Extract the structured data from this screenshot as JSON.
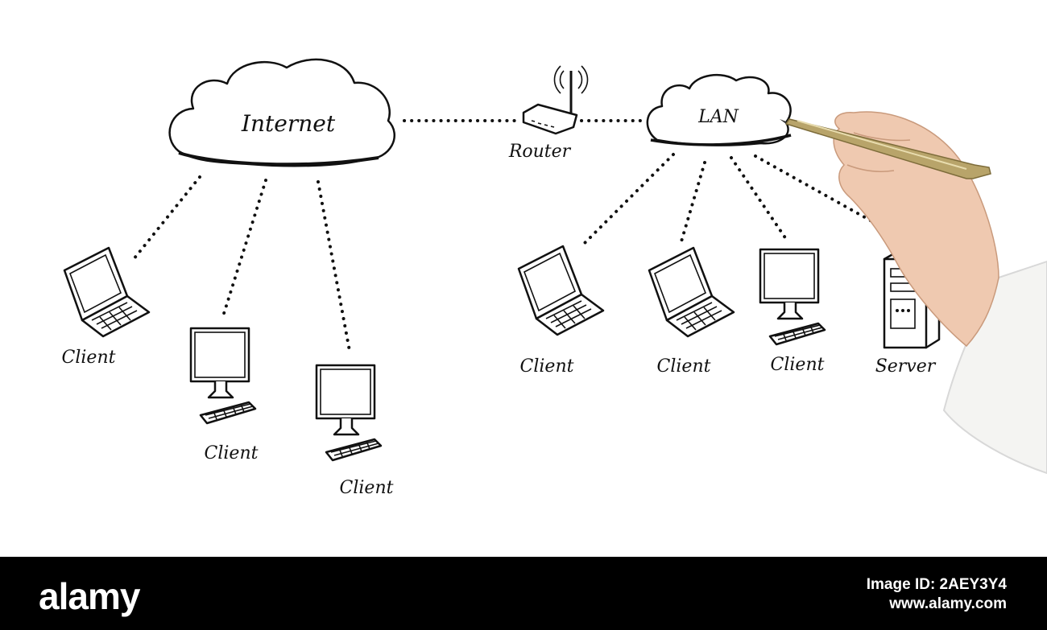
{
  "nodes": {
    "internet": "Internet",
    "lan": "LAN",
    "router": "Router",
    "client": "Client",
    "server": "Server"
  },
  "watermark": {
    "brand": "alamy",
    "image_id": "Image ID: 2AEY3Y4",
    "site": "www.alamy.com"
  }
}
